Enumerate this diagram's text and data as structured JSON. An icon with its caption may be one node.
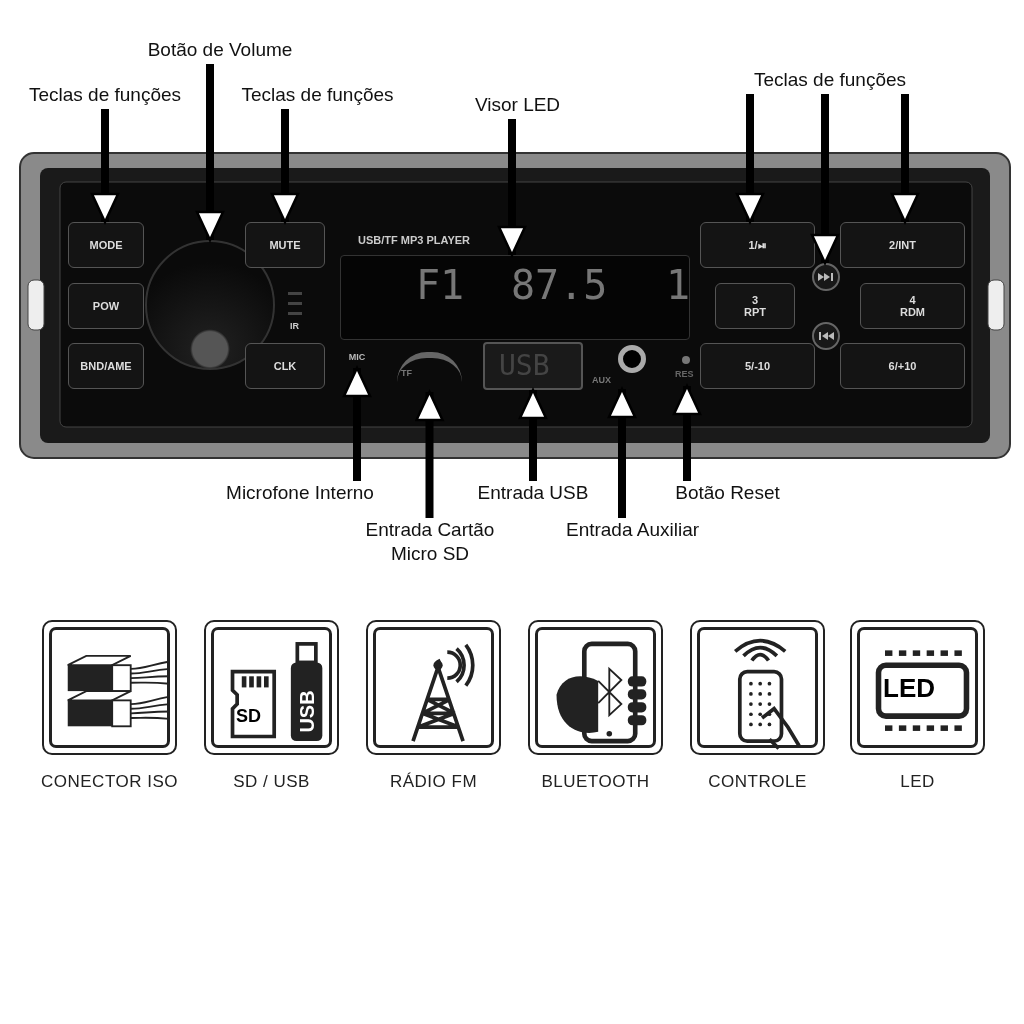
{
  "diagram": {
    "nodes": [
      {
        "text": [
          "Botão de Volume"
        ]
      },
      {
        "text": [
          "Teclas de funções"
        ]
      },
      {
        "text": [
          "Teclas de funções"
        ]
      },
      {
        "text": [
          "Visor LED"
        ]
      },
      {
        "text": [
          "Teclas de funções"
        ]
      },
      {
        "text": [
          "MODE"
        ]
      },
      {
        "text": [],
        "shape": "circle"
      },
      {
        "text": [
          "MUTE"
        ]
      },
      {
        "text": [
          "F1",
          "87.5",
          "1"
        ]
      },
      {
        "text": [
          "1/⏯"
        ]
      },
      {
        "text": [
          "2/INT"
        ]
      },
      {
        "text": [
          "POW"
        ]
      },
      {
        "text": [
          "3 RPT"
        ]
      },
      {
        "text": [],
        "shape": "circle"
      },
      {
        "text": [
          "4 RDM"
        ]
      },
      {
        "text": [
          "BND/AME"
        ]
      },
      {
        "text": [
          "CLK"
        ]
      },
      {
        "text": [
          "MIC"
        ]
      },
      {
        "text": [
          "TF"
        ]
      },
      {
        "text": [
          "USB"
        ]
      },
      {
        "text": [
          "AUX"
        ]
      },
      {
        "text": [
          "RES"
        ]
      },
      {
        "text": [],
        "shape": "circle"
      },
      {
        "text": [
          "5/-10"
        ]
      },
      {
        "text": [
          "6/+10"
        ]
      },
      {
        "text": [
          "Microfone Interno"
        ]
      },
      {
        "text": [
          "Entrada USB"
        ]
      },
      {
        "text": [
          "Botão Reset"
        ]
      },
      {
        "text": [
          "Entrada Cartão Micro SD"
        ]
      },
      {
        "text": [
          "Entrada Auxiliar"
        ]
      },
      {
        "text": [
          "CONECTOR ISO"
        ]
      },
      {
        "text": [
          "SD",
          "USB",
          "SD / USB"
        ]
      },
      {
        "text": [
          "RÁDIO FM"
        ]
      },
      {
        "text": [
          "BLUETOOTH"
        ]
      },
      {
        "text": [
          "CONTROLE"
        ]
      },
      {
        "text": [
          "LED",
          "LED"
        ]
      }
    ],
    "edges": [
      {
        "from": 0,
        "to": 6,
        "arrow": "to"
      },
      {
        "from": 1,
        "to": 5,
        "arrow": "to"
      },
      {
        "from": 2,
        "to": 7,
        "arrow": "to"
      },
      {
        "from": 3,
        "to": 8,
        "arrow": "to"
      },
      {
        "from": 4,
        "to": 9,
        "arrow": "to"
      },
      {
        "from": 4,
        "to": 13,
        "arrow": "to"
      },
      {
        "from": 4,
        "to": 10,
        "arrow": "to"
      },
      {
        "from": 25,
        "to": 17,
        "arrow": "to"
      },
      {
        "from": 28,
        "to": 18,
        "arrow": "to"
      },
      {
        "from": 26,
        "to": 19,
        "arrow": "to"
      },
      {
        "from": 29,
        "to": 20,
        "arrow": "to"
      },
      {
        "from": 27,
        "to": 21,
        "arrow": "to"
      }
    ],
    "labels": [
      "USB/TF MP3 PLAYER",
      "IR"
    ]
  }
}
